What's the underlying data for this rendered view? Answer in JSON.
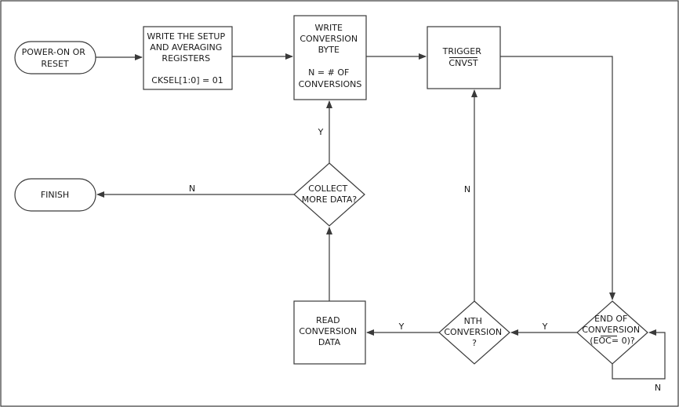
{
  "nodes": {
    "power_on": [
      "POWER-ON OR",
      "RESET"
    ],
    "write_setup": [
      "WRITE THE SETUP",
      "AND AVERAGING",
      "REGISTERS",
      "",
      "CKSEL[1:0] = 01"
    ],
    "write_conversion": [
      "WRITE",
      "CONVERSION",
      "BYTE",
      "",
      "N = # OF",
      "CONVERSIONS"
    ],
    "trigger": [
      "TRIGGER",
      "CNVST"
    ],
    "end_of_conversion": [
      "END OF",
      "CONVERSION",
      "(EOC= 0)?"
    ],
    "nth_conversion": [
      "NTH",
      "CONVERSION",
      "?"
    ],
    "read_data": [
      "READ",
      "CONVERSION",
      "DATA"
    ],
    "collect_more": [
      "COLLECT",
      "MORE DATA?"
    ],
    "finish": [
      "FINISH"
    ]
  },
  "edge_labels": {
    "collect_yes": "Y",
    "collect_no": "N",
    "nth_no": "N",
    "nth_yes": "Y",
    "eoc_yes": "Y",
    "eoc_no": "N"
  },
  "colors": {
    "stroke": "#3a3a3a",
    "text": "#1a1a1a",
    "background": "#ffffff"
  }
}
